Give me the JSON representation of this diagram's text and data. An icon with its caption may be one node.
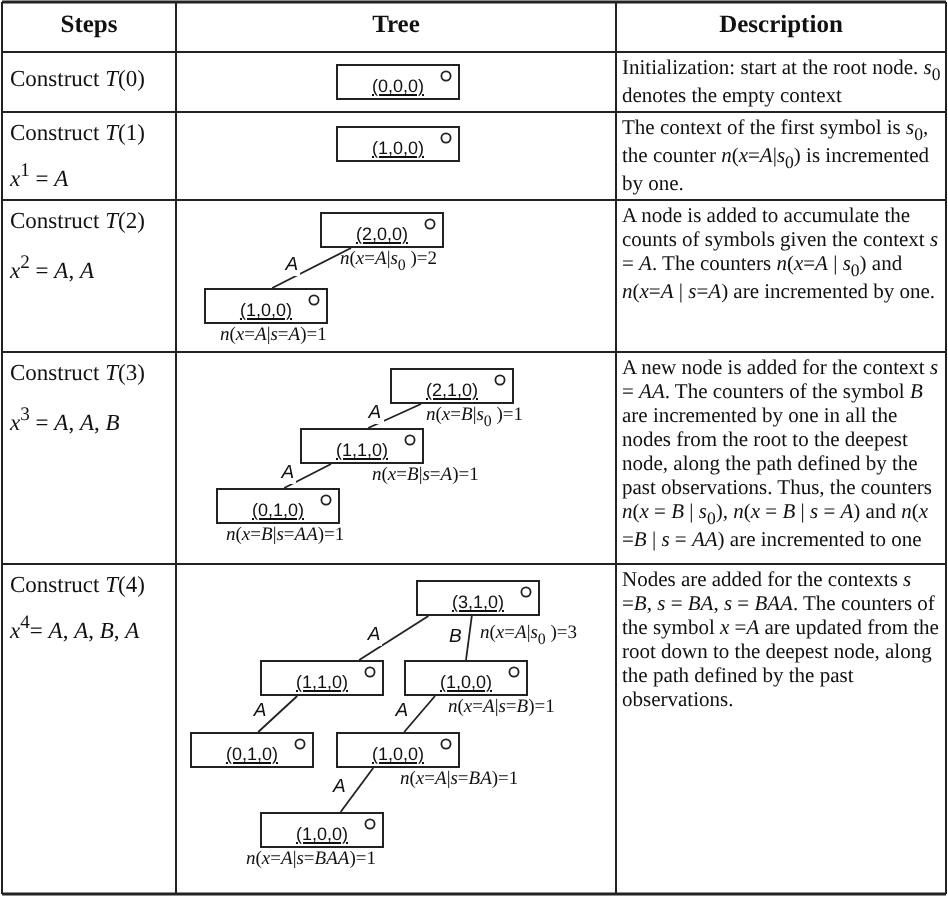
{
  "diagram": {
    "nodes": [
      {
        "text": [
          "(0,0,0)"
        ]
      },
      {
        "text": [
          "(1,0,0)"
        ]
      },
      {
        "text": [
          "(2,0,0)"
        ],
        "beside": [
          "*n*(*x*=*A*|*s*$_{0}$ )=2"
        ]
      },
      {
        "text": [
          "(1,0,0)"
        ],
        "beside": [
          "*n*(*x*=*A*|*s*=*A*)=1"
        ]
      },
      {
        "text": [
          "(2,1,0)"
        ],
        "beside": [
          "*n*(*x*=*B*|*s*$_{0}$ )=1"
        ]
      },
      {
        "text": [
          "(1,1,0)"
        ],
        "beside": [
          "*n*(*x*=*B*|*s*=*A*)=1"
        ]
      },
      {
        "text": [
          "(0,1,0)"
        ],
        "beside": [
          "*n*(*x*=*B*|*s*=*AA*)=1"
        ]
      },
      {
        "text": [
          "(3,1,0)"
        ],
        "beside": [
          "*n*(*x*=*A*|*s*$_{0}$ )=3"
        ]
      },
      {
        "text": [
          "(1,1,0)"
        ]
      },
      {
        "text": [
          "(1,0,0)"
        ],
        "beside": [
          "*n*(*x*=*A*|*s*=*B*)=1"
        ]
      },
      {
        "text": [
          "(0,1,0)"
        ]
      },
      {
        "text": [
          "(1,0,0)"
        ],
        "beside": [
          "*n*(*x*=*A*|*s*=*BA*)=1"
        ]
      },
      {
        "text": [
          "(1,0,0)"
        ],
        "beside": [
          "*n*(*x*=*A*|*s*=*BAA*)=1"
        ]
      }
    ],
    "edges": [
      {
        "from": 2,
        "to": 3,
        "arrow": "none",
        "label": "A"
      },
      {
        "from": 4,
        "to": 5,
        "arrow": "none",
        "label": "A"
      },
      {
        "from": 5,
        "to": 6,
        "arrow": "none",
        "label": "A"
      },
      {
        "from": 7,
        "to": 8,
        "arrow": "none",
        "label": "A"
      },
      {
        "from": 7,
        "to": 9,
        "arrow": "none",
        "label": "B"
      },
      {
        "from": 8,
        "to": 10,
        "arrow": "none",
        "label": "A"
      },
      {
        "from": 9,
        "to": 11,
        "arrow": "none",
        "label": "A"
      },
      {
        "from": 11,
        "to": 12,
        "arrow": "none",
        "label": "A"
      }
    ],
    "labels": [
      "Steps",
      "Tree",
      "Description",
      "Construct *T*(0)",
      "Initialization: start at the root node. *s*$_{0}$ denotes the empty context",
      "Construct *T*(1)",
      "*x*$^{1}$ = *A*",
      "The context of the first symbol is *s*$_{0}$, the counter *n*(*x*=*A*|*s*$_{0}$) is incremented by one.",
      "Construct *T*(2)",
      "*x*$^{2}$ = *A*, *A*",
      "A node is added to accumulate the counts of symbols given the context *s* = *A*. The counters *n*(*x*=*A* | *s*$_{0}$) and *n*(*x*=*A* | *s*=*A*) are incremented by one.",
      "Construct *T*(3)",
      "*x*$^{3}$ = *A*, *A*, *B*",
      "A new node is added for the context *s* = *AA*. The counters of the symbol *B* are incremented by one in all the nodes from the root to the deepest node, along the path defined by the past observations. Thus, the counters *n*(*x* = *B* | *s*$_{0}$), *n*(*x* = *B* | *s* = *A*) and *n*(*x* =*B* | *s* = *AA*) are incremented to one",
      "Construct *T*(4)",
      "*x*$^{4}$= *A*, *A*, *B*, *A*",
      "Nodes are added for the contexts *s* =*B*, *s* = *BA*, *s* = *BAA*. The counters of the symbol *x* =*A* are updated from the root down to the deepest node, along the path defined by the past observations."
    ]
  }
}
